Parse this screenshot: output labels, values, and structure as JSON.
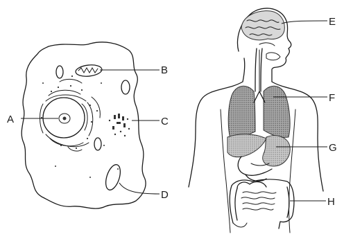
{
  "labels": {
    "a": "A",
    "b": "B",
    "c": "C",
    "d": "D",
    "e": "E",
    "f": "F",
    "g": "G",
    "h": "H"
  }
}
